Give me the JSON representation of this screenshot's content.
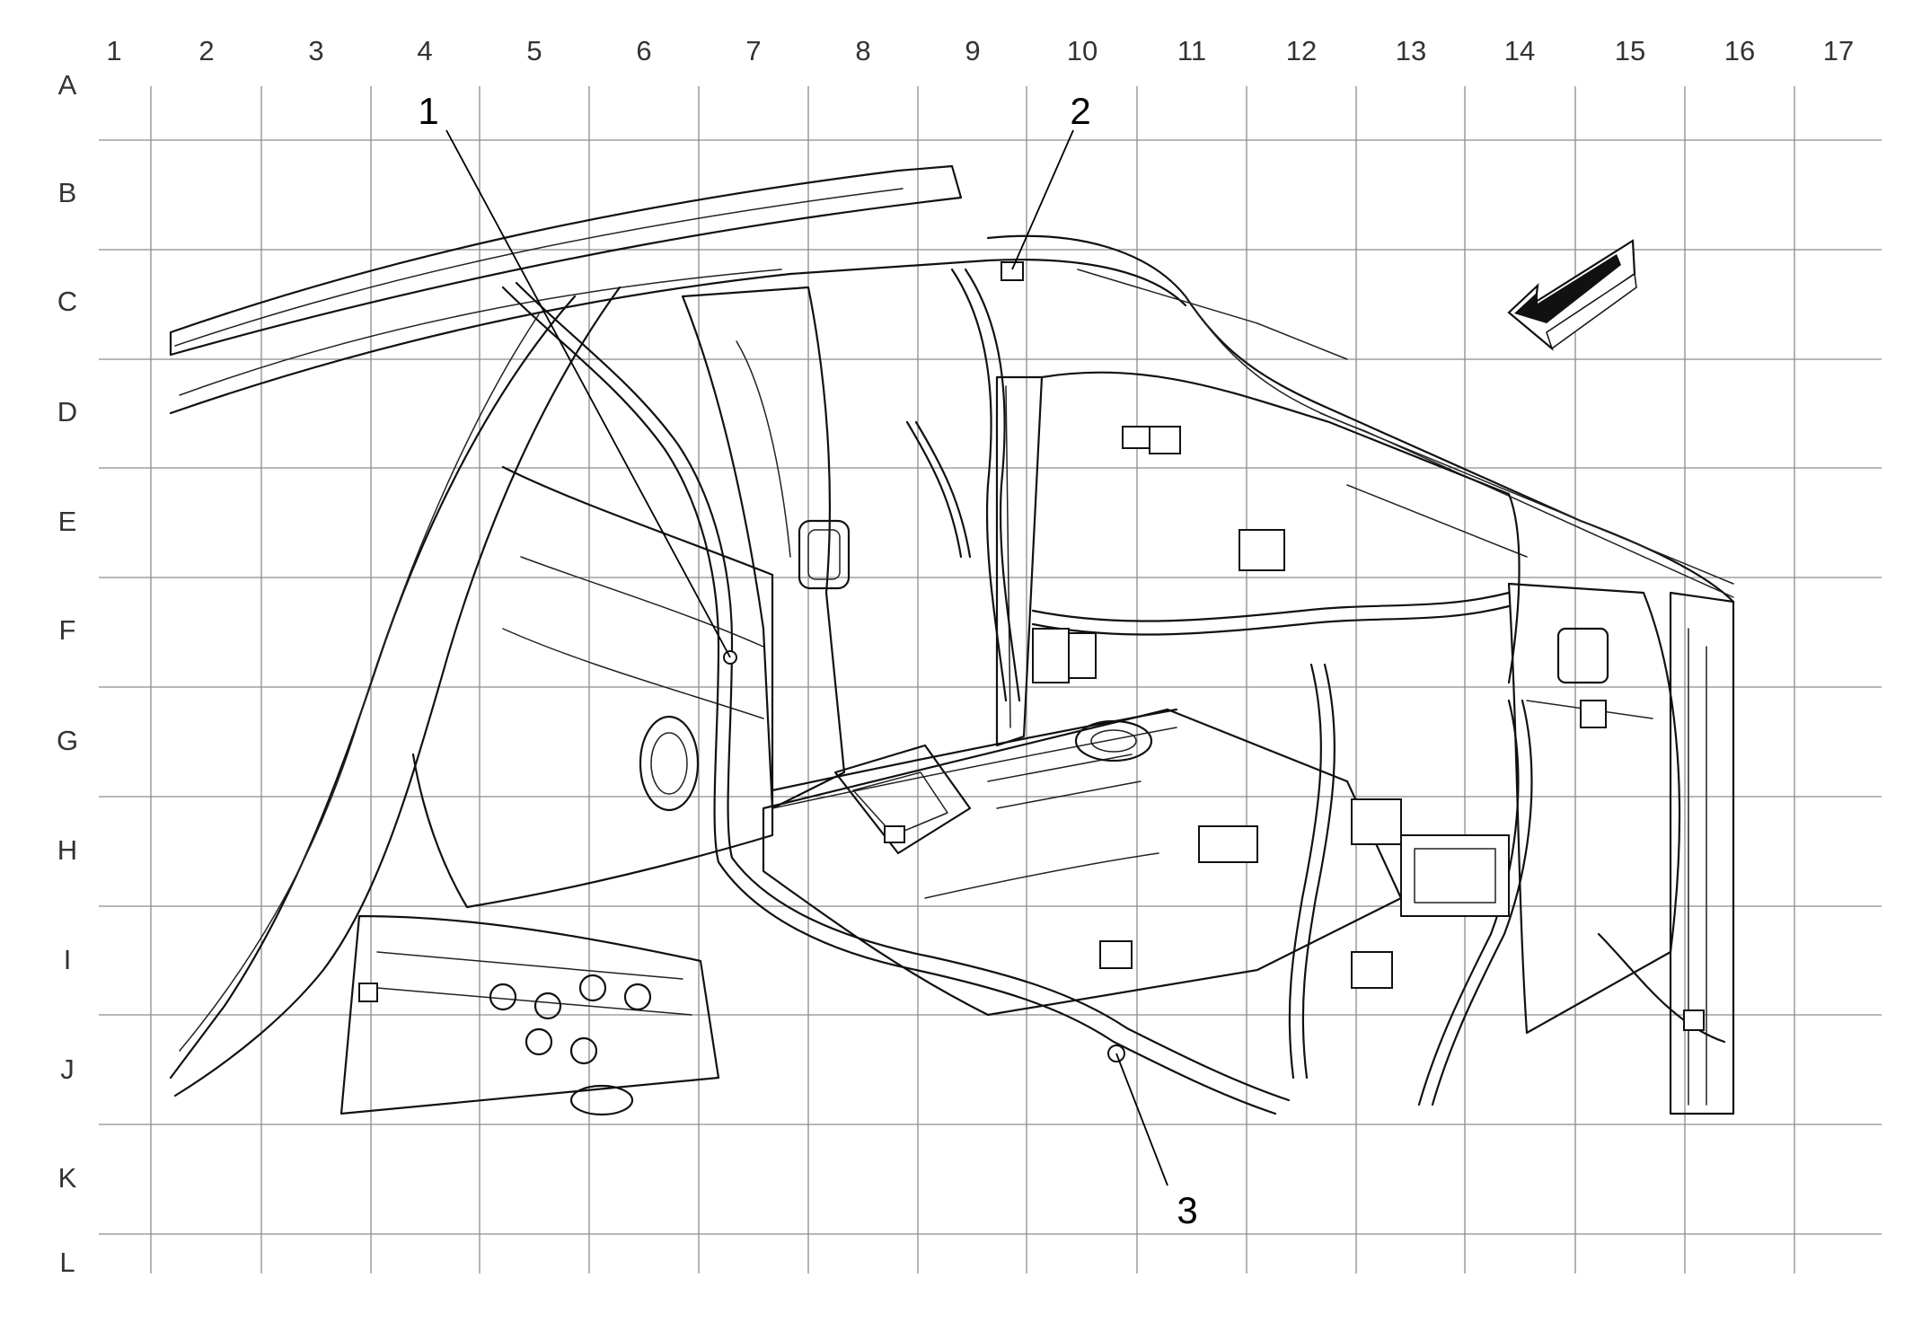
{
  "grid": {
    "columns": [
      "1",
      "2",
      "3",
      "4",
      "5",
      "6",
      "7",
      "8",
      "9",
      "10",
      "11",
      "12",
      "13",
      "14",
      "15",
      "16",
      "17"
    ],
    "rows": [
      "A",
      "B",
      "C",
      "D",
      "E",
      "F",
      "G",
      "H",
      "I",
      "J",
      "K",
      "L"
    ]
  },
  "callouts": [
    {
      "id": "callout-1",
      "label": "1"
    },
    {
      "id": "callout-2",
      "label": "2"
    },
    {
      "id": "callout-3",
      "label": "3"
    }
  ],
  "direction_arrow": {
    "icon": "forward-direction-arrow-icon"
  }
}
